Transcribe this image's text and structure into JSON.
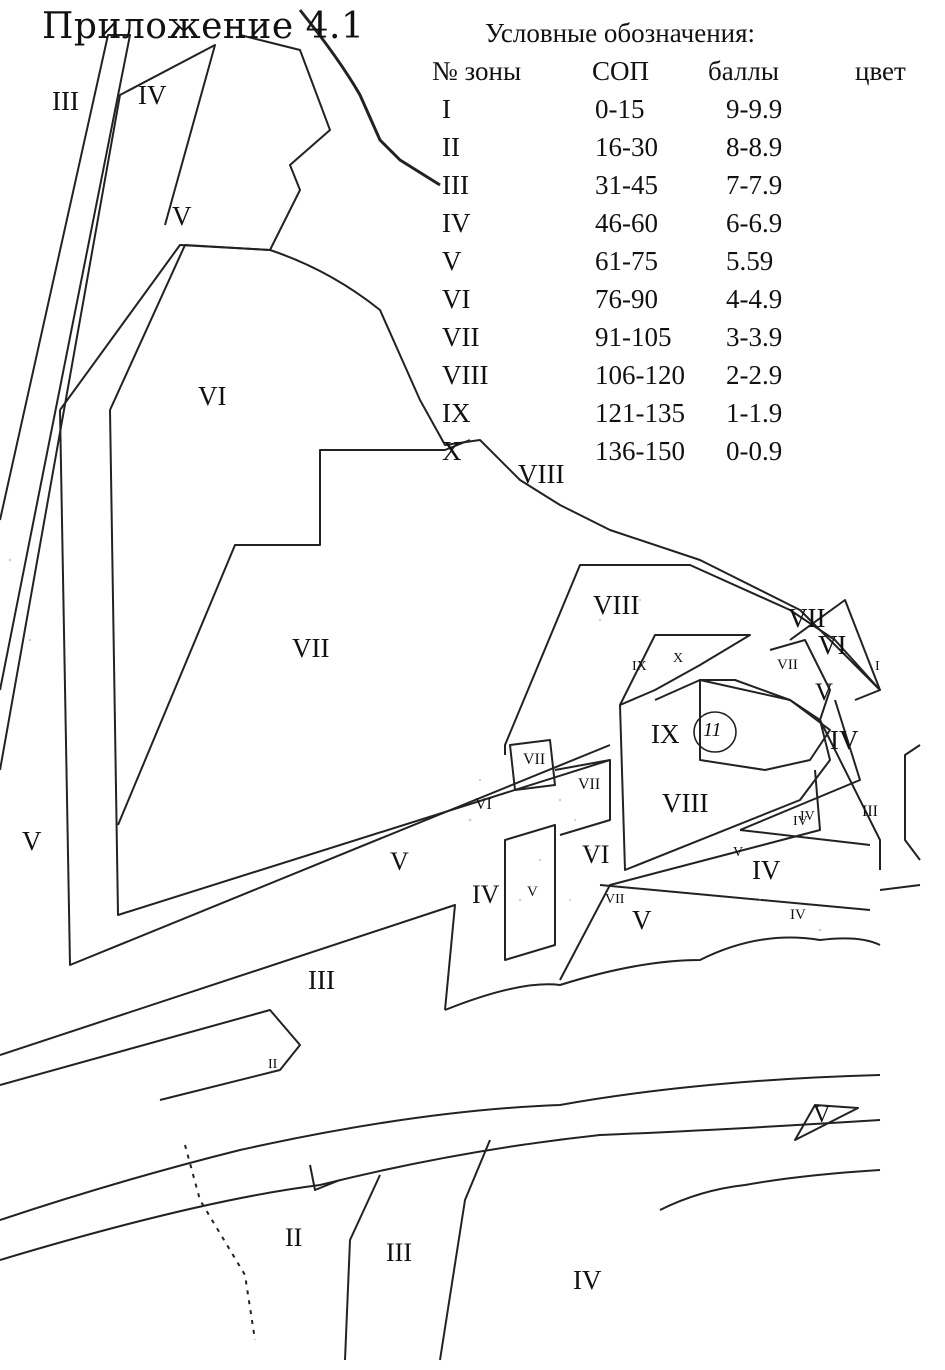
{
  "title": "Приложение 4.1",
  "legend": {
    "title": "Условные обозначения:",
    "headers": [
      "№ зоны",
      "СОП",
      "баллы",
      "цвет"
    ],
    "rows": [
      {
        "zone": "I",
        "sop": "0-15",
        "score": "9-9.9"
      },
      {
        "zone": "II",
        "sop": "16-30",
        "score": "8-8.9"
      },
      {
        "zone": "III",
        "sop": "31-45",
        "score": "7-7.9"
      },
      {
        "zone": "IV",
        "sop": "46-60",
        "score": "6-6.9"
      },
      {
        "zone": "V",
        "sop": "61-75",
        "score": "5.59"
      },
      {
        "zone": "VI",
        "sop": "76-90",
        "score": "4-4.9"
      },
      {
        "zone": "VII",
        "sop": "91-105",
        "score": "3-3.9"
      },
      {
        "zone": "VIII",
        "sop": "106-120",
        "score": "2-2.9"
      },
      {
        "zone": "IX",
        "sop": "121-135",
        "score": "1-1.9"
      },
      {
        "zone": "X",
        "sop": "136-150",
        "score": "0-0.9"
      }
    ]
  },
  "site_marker": "11",
  "zone_labels": [
    "III",
    "IV",
    "V",
    "VI",
    "VIII",
    "VII",
    "VIII",
    "VII",
    "VI",
    "IX",
    "X",
    "VII",
    "V",
    "IX",
    "IV",
    "VII",
    "VII",
    "VI",
    "VIII",
    "V",
    "IV",
    "III",
    "V",
    "VI",
    "V",
    "IV",
    "V",
    "IV",
    "IV",
    "V",
    "VII",
    "IV",
    "V",
    "III",
    "II",
    "V",
    "II",
    "III",
    "IV",
    "I"
  ]
}
